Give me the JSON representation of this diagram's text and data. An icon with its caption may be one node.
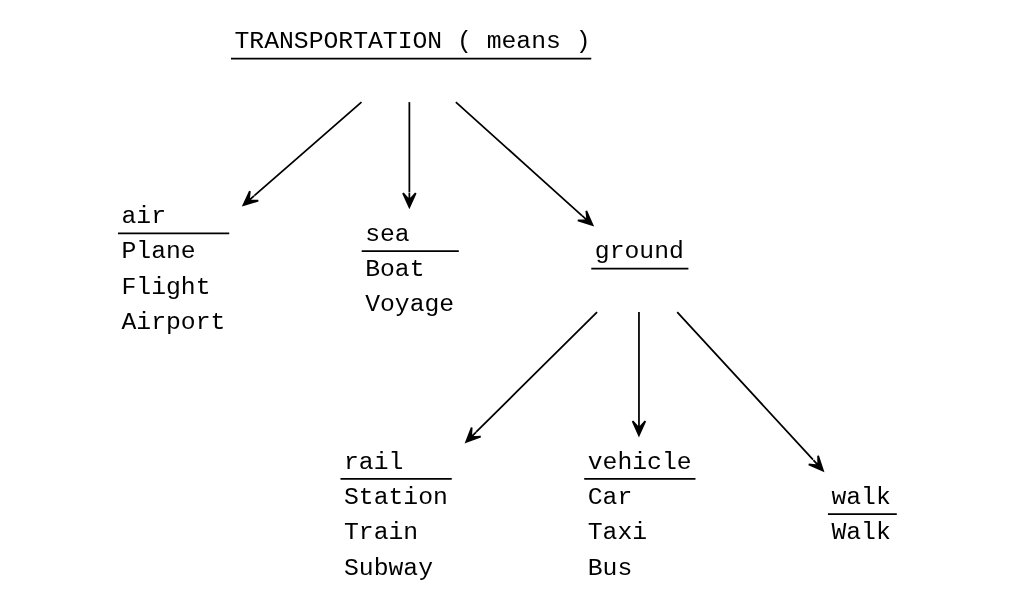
{
  "diagram": {
    "nodes": [
      {
        "text": [
          "TRANSPORTATION ( means )"
        ]
      },
      {
        "text": [
          "air",
          "Plane",
          "Flight",
          "Airport"
        ]
      },
      {
        "text": [
          "sea",
          "Boat",
          "Voyage"
        ]
      },
      {
        "text": [
          "ground"
        ]
      },
      {
        "text": [
          "rail",
          "Station",
          "Train",
          "Subway"
        ]
      },
      {
        "text": [
          "vehicle",
          "Car",
          "Taxi",
          "Bus"
        ]
      },
      {
        "text": [
          "walk",
          "Walk"
        ]
      }
    ],
    "edges": [
      {
        "from": 0,
        "to": 1,
        "arrow": "to"
      },
      {
        "from": 0,
        "to": 2,
        "arrow": "to"
      },
      {
        "from": 0,
        "to": 3,
        "arrow": "to"
      },
      {
        "from": 3,
        "to": 4,
        "arrow": "to"
      },
      {
        "from": 3,
        "to": 5,
        "arrow": "to"
      },
      {
        "from": 3,
        "to": 6,
        "arrow": "to"
      }
    ]
  }
}
